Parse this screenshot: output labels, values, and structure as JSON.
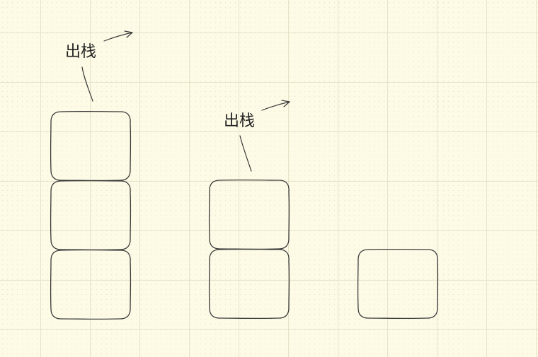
{
  "diagram": {
    "stacks": [
      {
        "name": "stack-1",
        "element_count": 3,
        "pop_label": "出栈"
      },
      {
        "name": "stack-2",
        "element_count": 2,
        "pop_label": "出栈"
      },
      {
        "name": "stack-3",
        "element_count": 1
      }
    ]
  },
  "colors": {
    "background": "#fdfbe6",
    "grid": "#e6e3c9",
    "ink": "#3a3a3a"
  }
}
